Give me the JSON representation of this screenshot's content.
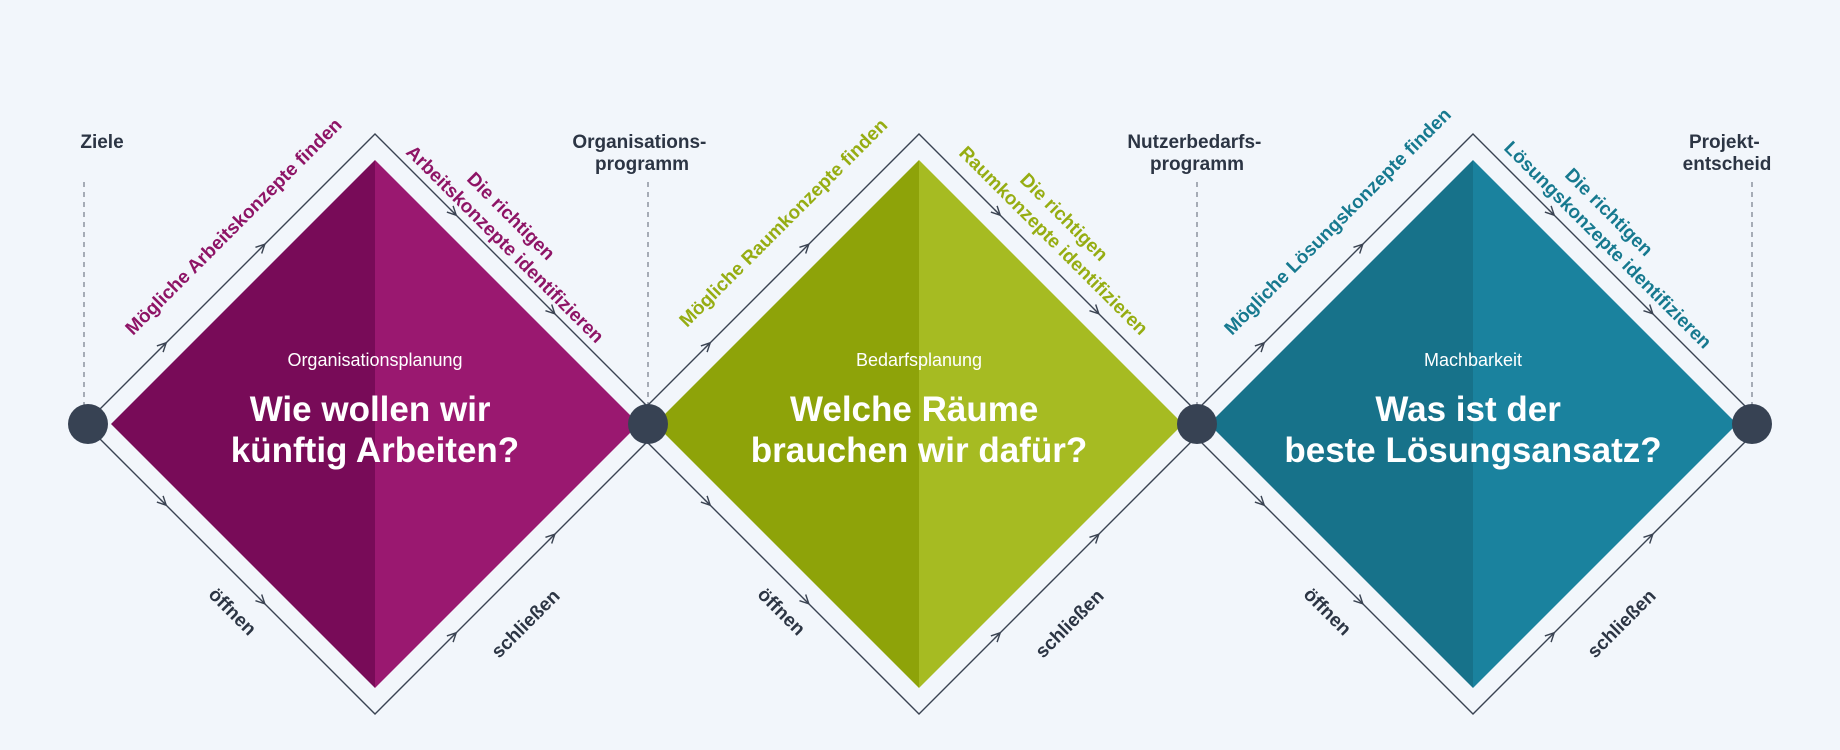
{
  "milestones": [
    {
      "lines": [
        "Ziele"
      ]
    },
    {
      "lines": [
        "Organisations-",
        "programm"
      ]
    },
    {
      "lines": [
        "Nutzerbedarfs-",
        "programm"
      ]
    },
    {
      "lines": [
        "Projekt-",
        "entscheid"
      ]
    }
  ],
  "phases": [
    {
      "name": "Organisationsplanung",
      "question": [
        "Wie wollen wir",
        "künftig Arbeiten?"
      ],
      "open_label": "Mögliche Arbeitskonzepte finden",
      "close_label": [
        "Die richtigen",
        "Arbeitskonzepte identifizieren"
      ],
      "color_left": "#780b58",
      "color_right": "#9a1870",
      "label_color": "#8e1466"
    },
    {
      "name": "Bedarfsplanung",
      "question": [
        "Welche Räume",
        "brauchen wir dafür?"
      ],
      "open_label": "Mögliche Raumkonzepte finden",
      "close_label": [
        "Die richtigen",
        "Raumkonzepte identifizieren"
      ],
      "color_left": "#8ea309",
      "color_right": "#a6bb22",
      "label_color": "#96ad12"
    },
    {
      "name": "Machbarkeit",
      "question": [
        "Was ist der",
        "beste Lösungsansatz?"
      ],
      "open_label": "Mögliche Lösungskonzepte finden",
      "close_label": [
        "Die richtigen",
        "Lösungskonzepte identifizieren"
      ],
      "color_left": "#17728a",
      "color_right": "#1a829e",
      "label_color": "#16798f"
    }
  ],
  "flow_labels": {
    "open": "öffnen",
    "close": "schließen"
  },
  "colors": {
    "node": "#374253",
    "outline": "#3a4352",
    "text": "#2c3544",
    "background": "#f2f6fb"
  }
}
